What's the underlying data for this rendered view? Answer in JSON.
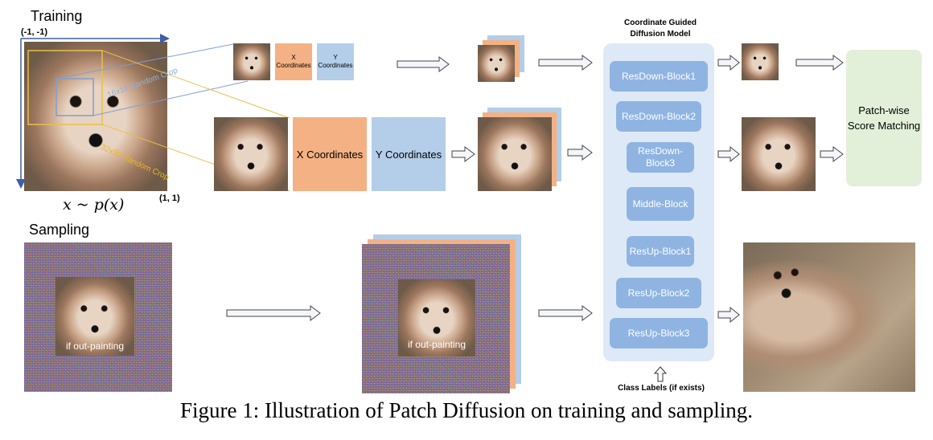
{
  "training": {
    "title": "Training",
    "origin_label": "(-1, -1)",
    "end_label": "(1, 1)",
    "formula": "x ~ p(x)",
    "crop16_label": "16x16 Random Crop",
    "crop32_label": "32x32 Random Crop",
    "x_coord_small": "X Coordinates",
    "y_coord_small": "Y Coordinates",
    "x_coord_big": "X Coordinates",
    "y_coord_big": "Y Coordinates"
  },
  "model": {
    "title": "Coordinate Guided Diffusion Model",
    "blocks": [
      "ResDown-Block1",
      "ResDown-Block2",
      "ResDown-Block3",
      "Middle-Block",
      "ResUp-Block1",
      "ResUp-Block2",
      "ResUp-Block3"
    ],
    "class_labels": "Class Labels (if exists)"
  },
  "score_box": "Patch-wise Score Matching",
  "sampling": {
    "title": "Sampling",
    "outpaint_label_left": "if out-painting",
    "outpaint_label_right": "if out-painting"
  },
  "caption": "Figure 1: Illustration of Patch Diffusion on training and sampling.",
  "colors": {
    "x_coord": "#f4b183",
    "y_coord": "#b4cde8",
    "model_panel": "#dde9f6",
    "block": "#8fb4e2",
    "score": "#e2f0d9",
    "crop16_line": "#7f9fd0",
    "crop32_line": "#e8c04a"
  }
}
